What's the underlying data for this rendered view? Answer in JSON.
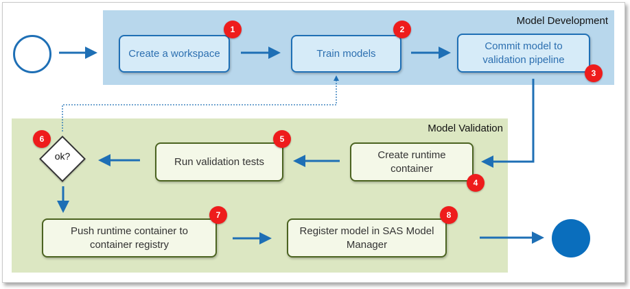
{
  "regions": {
    "development": {
      "title": "Model Development"
    },
    "validation": {
      "title": "Model Validation"
    }
  },
  "steps": {
    "create_workspace": {
      "label": "Create a workspace",
      "badge": "1"
    },
    "train_models": {
      "label": "Train models",
      "badge": "2"
    },
    "commit_model": {
      "label": "Commit model to validation pipeline",
      "badge": "3"
    },
    "create_runtime": {
      "label": "Create runtime container",
      "badge": "4"
    },
    "run_validation": {
      "label": "Run validation tests",
      "badge": "5"
    },
    "decision": {
      "label": "ok?",
      "badge": "6"
    },
    "push_container": {
      "label": "Push runtime container to container registry",
      "badge": "7"
    },
    "register_model": {
      "label": "Register model in SAS Model Manager",
      "badge": "8"
    }
  },
  "colors": {
    "dev_region": "#b8d7ec",
    "val_region": "#dce7c2",
    "arrow": "#1e6fb5",
    "badge": "#ee1c1c"
  }
}
